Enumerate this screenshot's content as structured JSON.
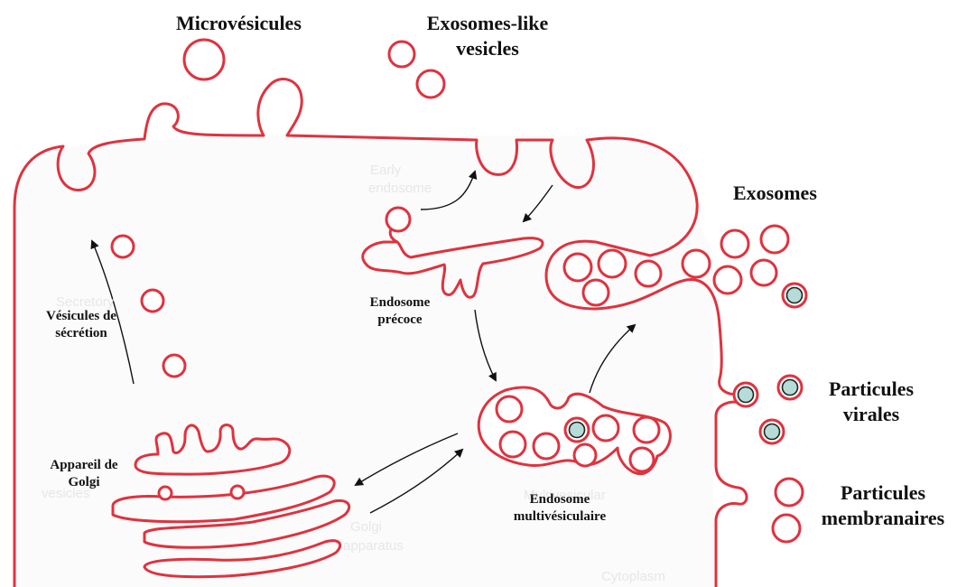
{
  "labels": {
    "microvesicules": "Microvésicules",
    "exosomes_like_1": "Exosomes-like",
    "exosomes_like_2": "vesicles",
    "exosomes": "Exosomes",
    "particules_virales_1": "Particules",
    "particules_virales_2": "virales",
    "particules_membranaires_1": "Particules",
    "particules_membranaires_2": "membranaires",
    "vesicules_secretion_1": "Vésicules de",
    "vesicules_secretion_2": "sécrétion",
    "appareil_golgi_1": "Appareil de",
    "appareil_golgi_2": "Golgi",
    "endosome_precoce_1": "Endosome",
    "endosome_precoce_2": "précoce",
    "endosome_multi_1": "Endosome",
    "endosome_multi_2": "multivésiculaire"
  },
  "faded_background_labels": {
    "early_endosome_1": "Early",
    "early_endosome_2": "endosome",
    "secretory": "Secretory",
    "vesicles": "vesicles",
    "multivesicular": "Multivesicular",
    "golgi_1": "Golgi",
    "golgi_2": "apparatus",
    "cytoplasm": "Cytoplasm"
  },
  "colors": {
    "membrane": "#e0323e",
    "membrane_fill": "#ffffff",
    "virus_core": "#b6dcd8",
    "virus_ring": "#222222",
    "arrow": "#111111",
    "cell_shading": "#fbfbfb"
  }
}
